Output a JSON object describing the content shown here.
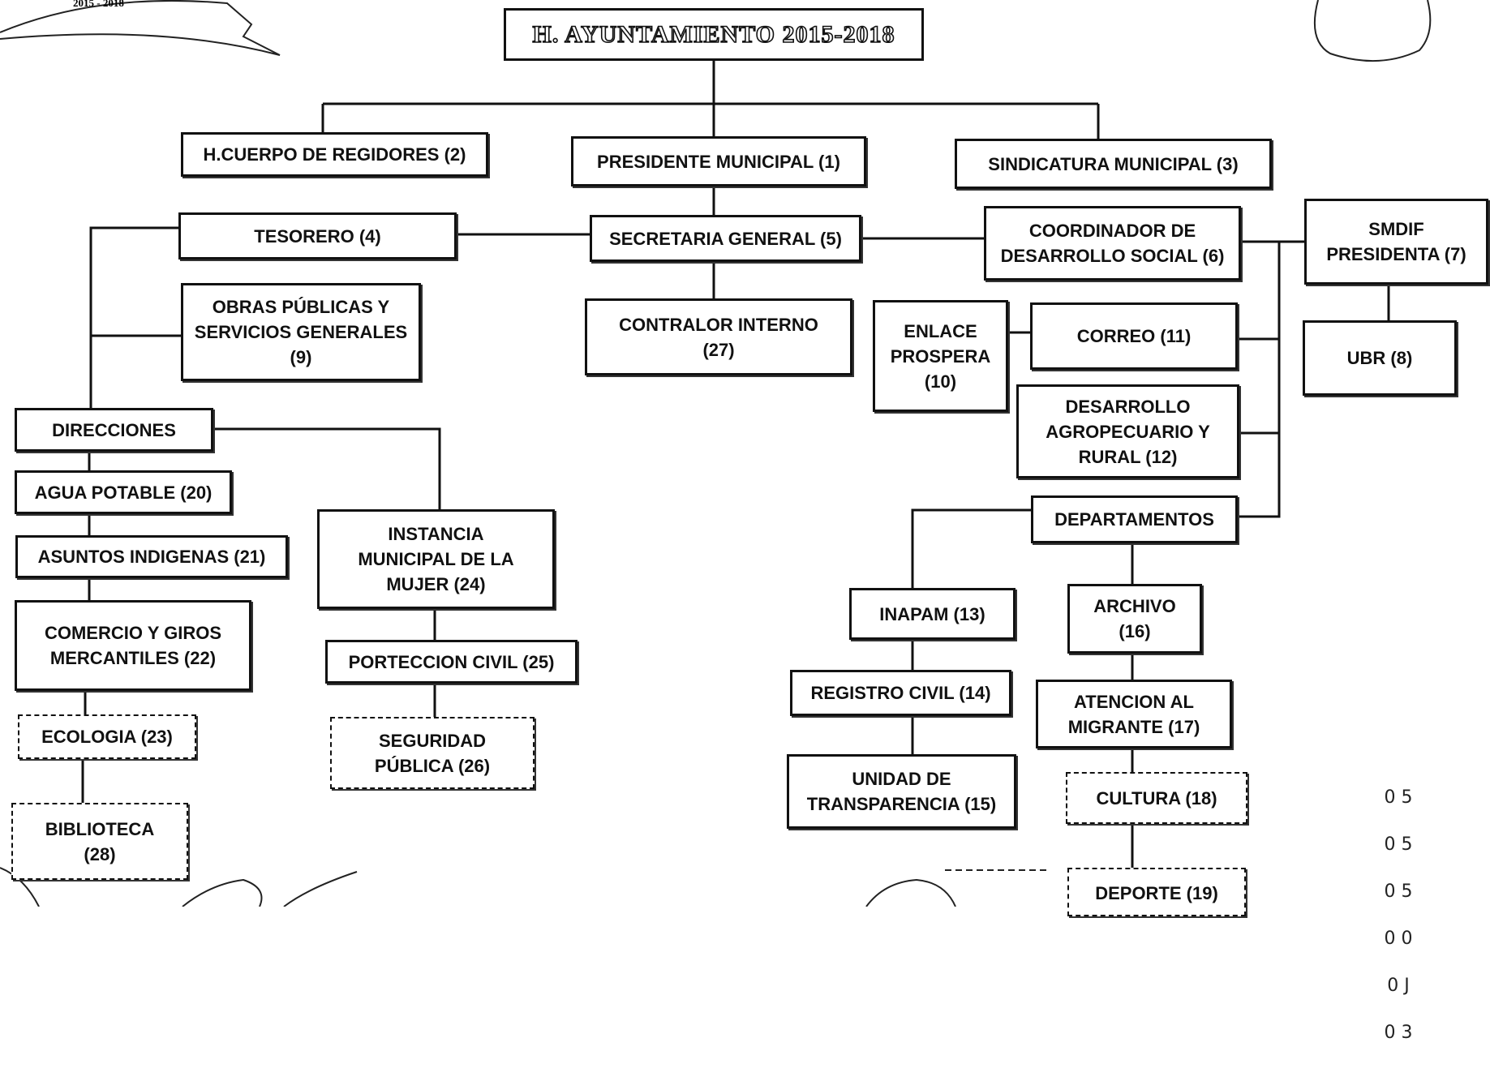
{
  "title": "H. AYUNTAMIENTO 2015-2018",
  "top_left_seal_text": "2015 - 2018",
  "margin_marks": [
    "0 5",
    "0 5",
    "0 5",
    "0 0",
    "0 J",
    "0 3"
  ],
  "nodes": {
    "regidores": "H.CUERPO DE REGIDORES (2)",
    "presidente": "PRESIDENTE MUNICIPAL (1)",
    "sindicatura": "SINDICATURA MUNICIPAL (3)",
    "tesorero": "TESORERO (4)",
    "secretaria": "SECRETARIA GENERAL (5)",
    "coordinador": "COORDINADOR DE\nDESARROLLO SOCIAL (6)",
    "smdif": "SMDIF\nPRESIDENTA (7)",
    "obras": "OBRAS PÚBLICAS Y\nSERVICIOS GENERALES\n(9)",
    "contralor": "CONTRALOR INTERNO\n(27)",
    "enlace": "ENLACE\nPROSPERA\n(10)",
    "correo": "CORREO (11)",
    "ubr": "UBR (8)",
    "desarrollo_agro": "DESARROLLO\nAGROPECUARIO Y\nRURAL (12)",
    "direcciones": "DIRECCIONES",
    "agua": "AGUA POTABLE (20)",
    "asuntos": "ASUNTOS INDIGENAS (21)",
    "comercio": "COMERCIO Y GIROS\nMERCANTILES (22)",
    "ecologia": "ECOLOGIA (23)",
    "biblioteca": "BIBLIOTECA\n(28)",
    "mujer": "INSTANCIA\nMUNICIPAL DE LA\nMUJER (24)",
    "proteccion": "PORTECCION CIVIL (25)",
    "seguridad": "SEGURIDAD\nPÚBLICA (26)",
    "departamentos": "DEPARTAMENTOS",
    "inapam": "INAPAM (13)",
    "registro": "REGISTRO CIVIL (14)",
    "transparencia": "UNIDAD DE\nTRANSPARENCIA (15)",
    "archivo": "ARCHIVO\n(16)",
    "migrante": "ATENCION AL\nMIGRANTE (17)",
    "cultura": "CULTURA (18)",
    "deporte": "DEPORTE (19)"
  }
}
